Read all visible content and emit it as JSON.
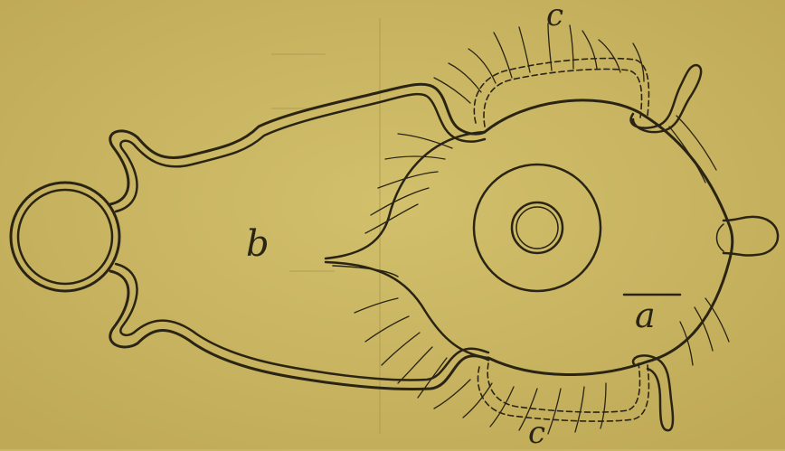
{
  "figure": {
    "labels": {
      "b": "b",
      "a": "a",
      "c_top": "c",
      "c_bottom": "c"
    },
    "colors": {
      "paper": "#c9b664",
      "ink": "#2a2414"
    }
  }
}
